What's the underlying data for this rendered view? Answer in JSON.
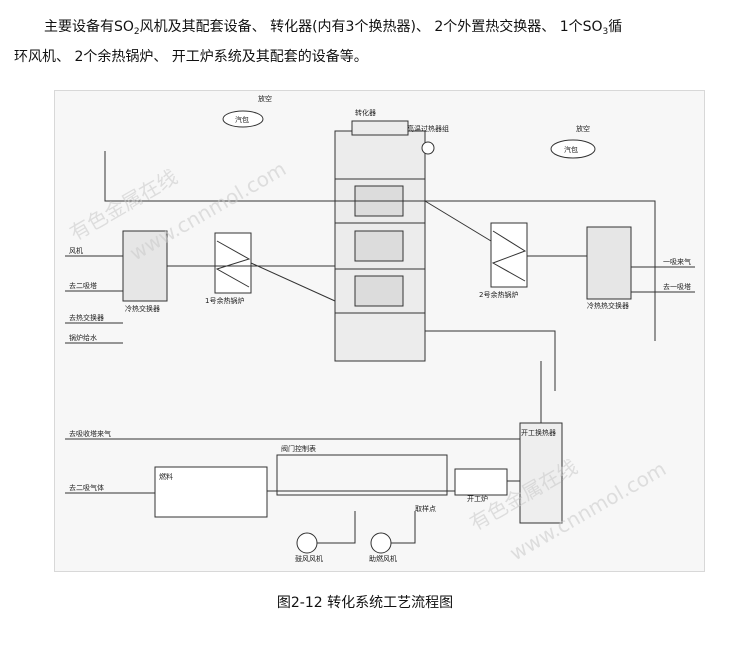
{
  "paragraph": {
    "line1_a": "主要设备有SO",
    "line1_sub1": "2",
    "line1_b": "风机及其配套设备、 转化器(内有3个换热器)、 2个外置热交换器、 1个SO",
    "line1_sub2": "3",
    "line1_c": "循",
    "line2": "环风机、 2个余热锅炉、 开工炉系统及其配套的设备等。"
  },
  "figure": {
    "caption": "图2-12 转化系统工艺流程图",
    "labels": {
      "converter": "转化器",
      "tank_left": "汽包",
      "tank_right": "汽包",
      "vent_left": "放空",
      "vent_right": "放空",
      "top_unit": "高温过热器组",
      "blower": "风机",
      "hot_hx_left": "冷热交换器",
      "boiler_left": "1号余热锅炉",
      "boiler_right": "2号余热锅炉",
      "hot_hx_right": "冷热热交换器",
      "in_left_1": "去二吸塔",
      "in_left_2": "去热交换器",
      "in_left_3": "锅炉给水",
      "out_right_1": "一吸来气",
      "out_right_2": "去一吸塔",
      "bottom_in_1": "去吸收塔来气",
      "bottom_in_2": "去二吸气体",
      "startup_furnace": "开工炉",
      "startup_hx": "开工换热器",
      "valve_box": "阀门控制表",
      "fuel": "燃料",
      "fan_1": "鼓风风机",
      "fan_2": "助燃风机",
      "sample": "取样点"
    },
    "watermarks": [
      "有色金属在线",
      "www.cnnmol.com",
      "有色金属在线",
      "www.cnnmol.com"
    ]
  }
}
